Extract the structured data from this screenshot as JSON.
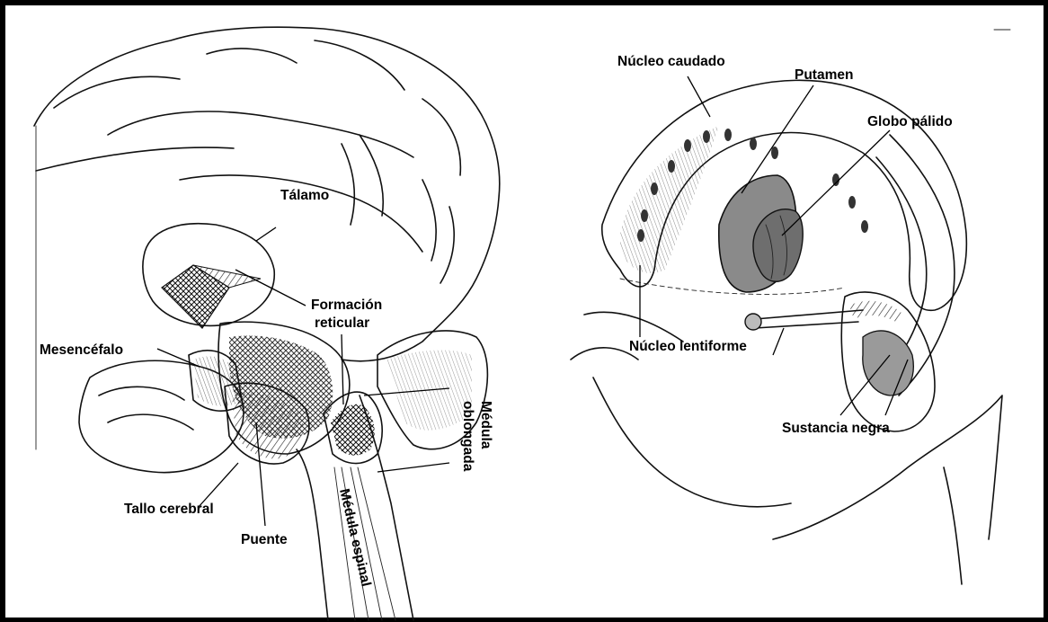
{
  "left_panel": {
    "labels": {
      "talamo": "Tálamo",
      "formacion_reticular_1": "Formación",
      "formacion_reticular_2": "reticular",
      "mesencefalo": "Mesencéfalo",
      "medula_oblongada_1": "Médula",
      "medula_oblongada_2": "oblongada",
      "tallo_cerebral": "Tallo cerebral",
      "puente": "Puente",
      "medula_espinal": "Médula espinal"
    }
  },
  "right_panel": {
    "labels": {
      "nucleo_caudado": "Núcleo caudado",
      "putamen": "Putamen",
      "globo_palido": "Globo pálido",
      "nucleo_lentiforme": "Núcleo lentiforme",
      "sustancia_negra": "Sustancia negra"
    }
  },
  "colors": {
    "ink": "#111111",
    "shade": "#7a7a7a",
    "background": "#ffffff"
  }
}
